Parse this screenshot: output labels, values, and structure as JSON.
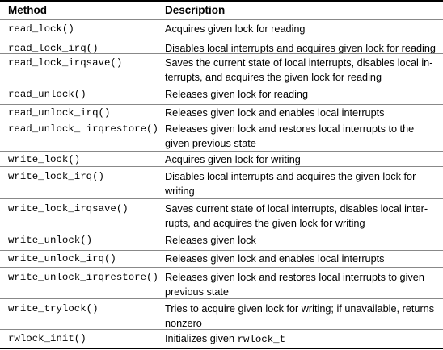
{
  "header": {
    "method": "Method",
    "description": "Description"
  },
  "rows": [
    {
      "method": "read_lock()",
      "description": "Acquires given lock for reading"
    },
    {
      "method": "read_lock_irq()",
      "description": "Disables local interrupts and acquires given lock for reading"
    },
    {
      "method": "read_lock_irqsave()",
      "description_lines": [
        "Saves the current state of local interrupts, disables local in-",
        "terrupts, and acquires the given lock for reading"
      ]
    },
    {
      "method": "read_unlock()",
      "description": "Releases given lock for reading"
    },
    {
      "method": "read_unlock_irq()",
      "description": "Releases given lock and enables local interrupts"
    },
    {
      "method": "read_unlock_ irqrestore()",
      "description_lines": [
        "Releases given lock and restores local interrupts to the",
        "given previous state"
      ]
    },
    {
      "method": "write_lock()",
      "description": "Acquires given lock for writing"
    },
    {
      "method": "write_lock_irq()",
      "description_lines": [
        "Disables local interrupts and acquires the given lock for",
        "writing"
      ]
    },
    {
      "method": "write_lock_irqsave()",
      "description_lines": [
        "Saves current state of local interrupts, disables local inter-",
        "rupts, and acquires the given lock for writing"
      ]
    },
    {
      "method": "write_unlock()",
      "description": "Releases given lock"
    },
    {
      "method": "write_unlock_irq()",
      "description": "Releases given lock and enables local interrupts"
    },
    {
      "method": "write_unlock_irqrestore()",
      "description_lines": [
        "Releases given lock and restores local interrupts to given",
        "previous state"
      ]
    },
    {
      "method": "write_trylock()",
      "description_lines": [
        "Tries to acquire given lock for writing; if unavailable, returns",
        "nonzero"
      ]
    },
    {
      "method": "rwlock_init()",
      "description_prefix": "Initializes given ",
      "description_code": "rwlock_t"
    }
  ]
}
